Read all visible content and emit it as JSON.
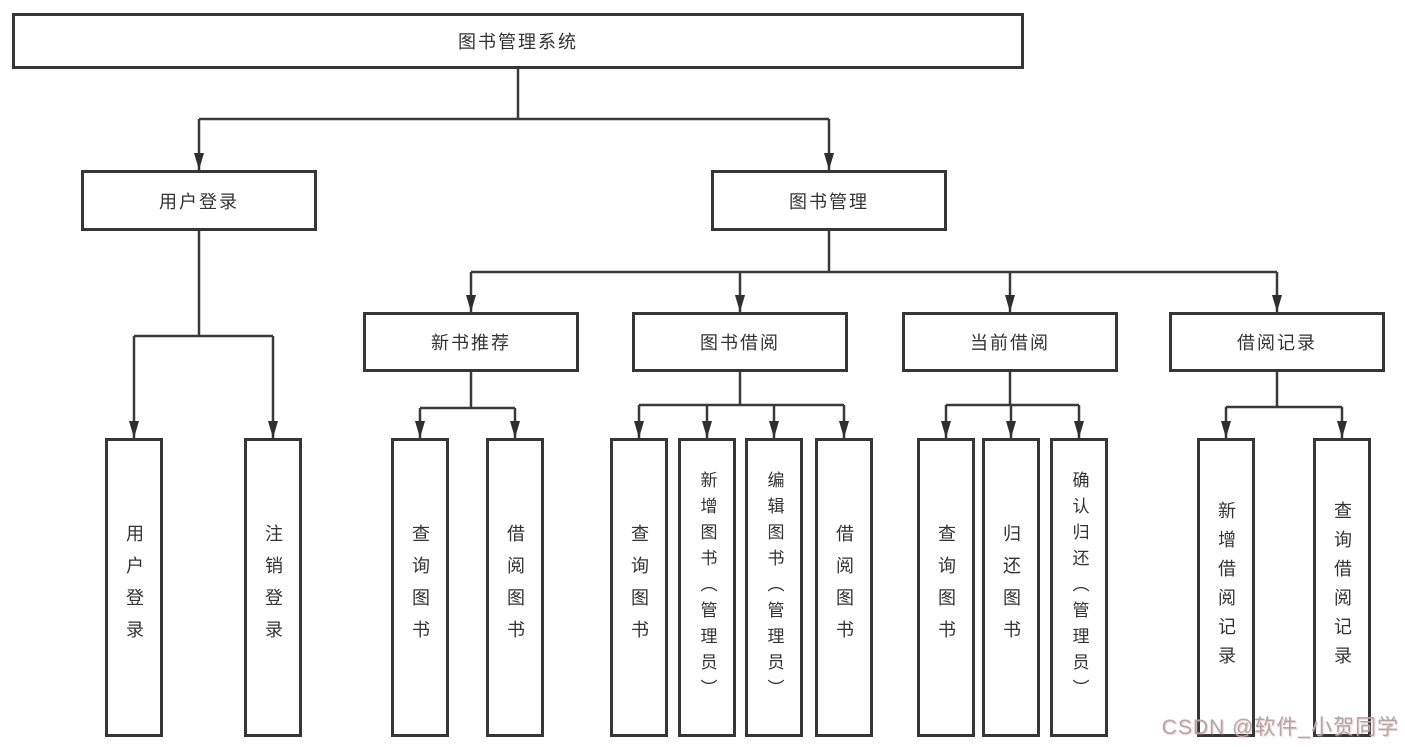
{
  "diagram_title": "图书管理系统",
  "tree": {
    "root": {
      "label": "图书管理系统"
    },
    "level2": [
      {
        "id": "user-login",
        "label": "用户登录"
      },
      {
        "id": "book-management",
        "label": "图书管理"
      }
    ],
    "level3": [
      {
        "id": "new-book-recommend",
        "label": "新书推荐",
        "parent": "book-management"
      },
      {
        "id": "book-borrow",
        "label": "图书借阅",
        "parent": "book-management"
      },
      {
        "id": "current-borrow",
        "label": "当前借阅",
        "parent": "book-management"
      },
      {
        "id": "borrow-record",
        "label": "借阅记录",
        "parent": "book-management"
      }
    ],
    "leaves": [
      {
        "id": "leaf-user-login",
        "label": "用户登录",
        "parent": "user-login"
      },
      {
        "id": "leaf-logout",
        "label": "注销登录",
        "parent": "user-login"
      },
      {
        "id": "leaf-query-books-1",
        "label": "查询图书",
        "parent": "new-book-recommend"
      },
      {
        "id": "leaf-borrow-books-1",
        "label": "借阅图书",
        "parent": "new-book-recommend"
      },
      {
        "id": "leaf-query-books-2",
        "label": "查询图书",
        "parent": "book-borrow"
      },
      {
        "id": "leaf-add-book-admin",
        "label": "新增图书（管理员）",
        "parent": "book-borrow"
      },
      {
        "id": "leaf-edit-book-admin",
        "label": "编辑图书（管理员）",
        "parent": "book-borrow"
      },
      {
        "id": "leaf-borrow-books-2",
        "label": "借阅图书",
        "parent": "book-borrow"
      },
      {
        "id": "leaf-query-books-3",
        "label": "查询图书",
        "parent": "current-borrow"
      },
      {
        "id": "leaf-return-books",
        "label": "归还图书",
        "parent": "current-borrow"
      },
      {
        "id": "leaf-confirm-return-admin",
        "label": "确认归还（管理员）",
        "parent": "current-borrow"
      },
      {
        "id": "leaf-add-borrow-record",
        "label": "新增借阅记录",
        "parent": "borrow-record"
      },
      {
        "id": "leaf-query-borrow-record",
        "label": "查询借阅记录",
        "parent": "borrow-record"
      }
    ]
  },
  "watermark": {
    "text": "CSDN @软件_小贺同学"
  },
  "colors": {
    "line": "#3a3a3a",
    "arrow": "#2f2f2f",
    "box_border": "#363636",
    "text": "#333333",
    "watermark": "#ababab",
    "background": "#ffffff"
  }
}
